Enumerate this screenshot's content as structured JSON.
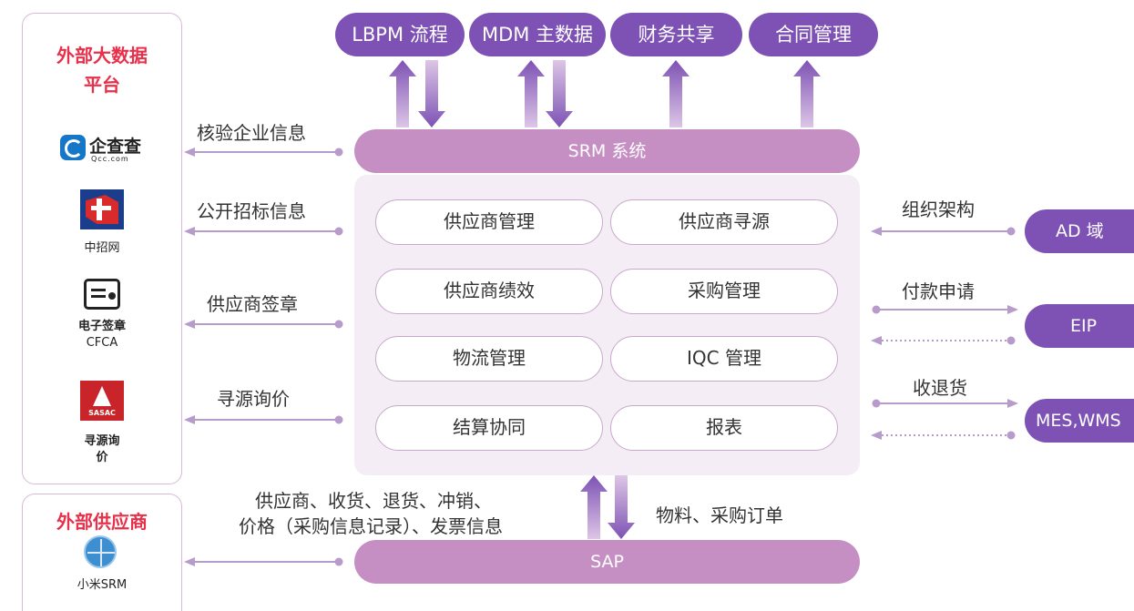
{
  "left_panel": {
    "title_line1": "外部大数据",
    "title_line2": "平台",
    "logos": [
      {
        "name": "企查查",
        "sub": "Qcc.com"
      },
      {
        "caption": "中招网"
      },
      {
        "caption_line1": "电子签章",
        "caption_line2": "CFCA"
      },
      {
        "caption_line1": "寻源询",
        "caption_line2": "价",
        "mark": "SASAC"
      }
    ]
  },
  "supplier_panel": {
    "title": "外部供应商",
    "caption": "小米SRM"
  },
  "top_systems": [
    "LBPM 流程",
    "MDM 主数据",
    "财务共享",
    "合同管理"
  ],
  "srm_bar": "SRM 系统",
  "sap_bar": "SAP",
  "modules": [
    "供应商管理",
    "供应商寻源",
    "供应商绩效",
    "采购管理",
    "物流管理",
    "IQC 管理",
    "结算协同",
    "报表"
  ],
  "left_flows": [
    "核验企业信息",
    "公开招标信息",
    "供应商签章",
    "寻源询价"
  ],
  "bottom_left_line1": "供应商、收货、退货、冲销、",
  "bottom_left_line2": "价格（采购信息记录）、发票信息",
  "bottom_right_label": "物料、采购订单",
  "right_flows": [
    "组织架构",
    "付款申请",
    "收退货"
  ],
  "right_systems": [
    "AD 域",
    "EIP",
    "MES,WMS"
  ],
  "colors": {
    "purple": "#7d52b4",
    "bar": "#c68fc3",
    "panel": "#f4edf6",
    "accent_red": "#e8304a"
  }
}
